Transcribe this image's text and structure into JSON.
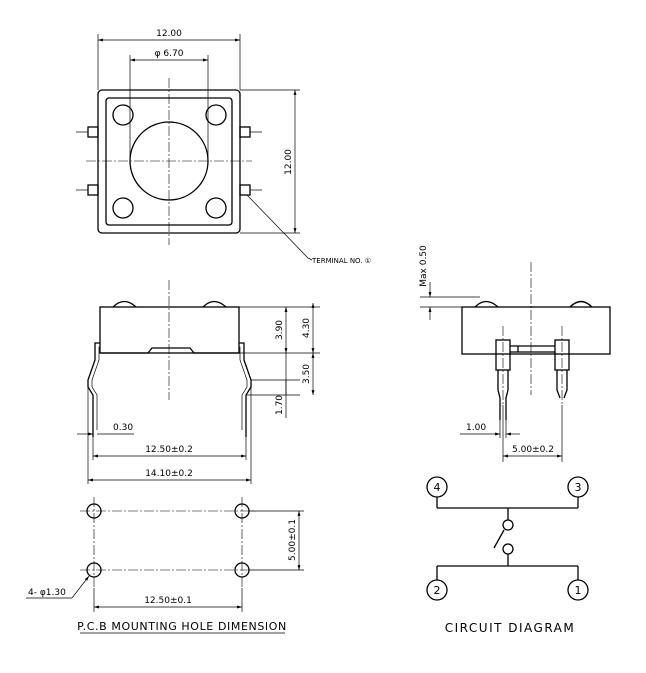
{
  "top_view": {
    "width_label": "12.00",
    "diameter_label": "φ 6.70",
    "height_label": "12.00",
    "terminal_label": "TERMINAL NO. ①"
  },
  "front_view": {
    "dim_top": "3.90",
    "dim_total": "4.30",
    "dim_mid": "3.50",
    "dim_bottom": "1.70",
    "dim_lead": "0.30",
    "dim_pitch": "12.50±0.2",
    "dim_overall": "14.10±0.2"
  },
  "side_view": {
    "max_label": "Max 0.50",
    "dim_lead": "1.00",
    "dim_pitch": "5.00±0.2"
  },
  "pcb": {
    "hole_label": "4- φ1.30",
    "dim_vertical": "5.00±0.1",
    "dim_horizontal": "12.50±0.1",
    "title": "P.C.B MOUNTING HOLE DIMENSION"
  },
  "circuit": {
    "pins": [
      "4",
      "3",
      "2",
      "1"
    ],
    "title": "CIRCUIT DIAGRAM"
  }
}
